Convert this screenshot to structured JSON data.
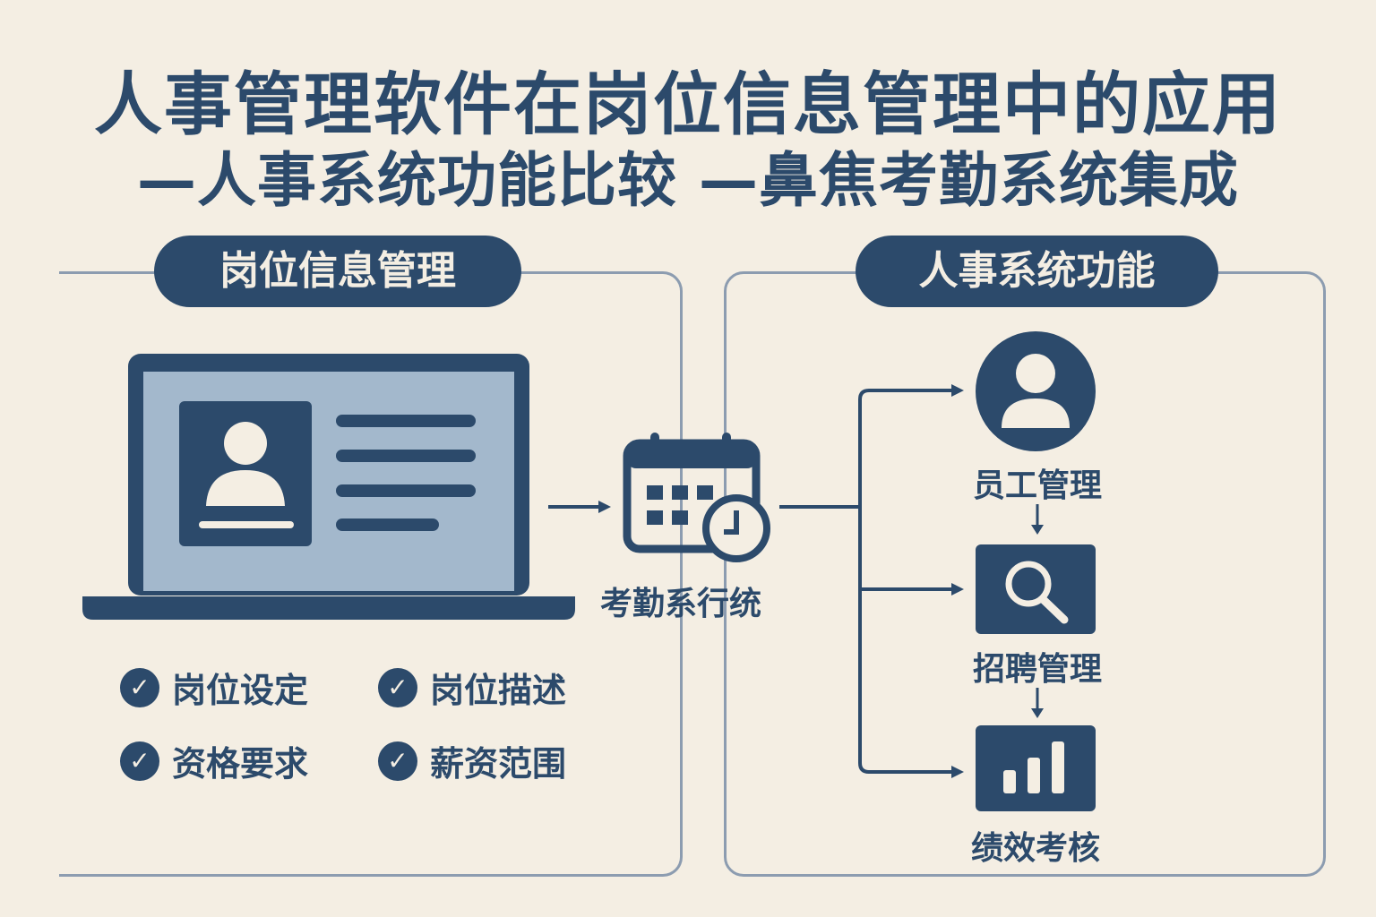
{
  "title": {
    "line1": "人事管理软件在岗位信息管理中的应用",
    "line2": "—人事系统功能比较 —鼻焦考勤系统集成"
  },
  "left_panel": {
    "header": "岗位信息管理",
    "features": [
      "岗位设定",
      "岗位描述",
      "资格要求",
      "薪资范围"
    ]
  },
  "center": {
    "label": "考勤系行统"
  },
  "right_panel": {
    "header": "人事系统功能",
    "items": [
      "员工管理",
      "招聘管理",
      "绩效考核"
    ]
  },
  "colors": {
    "primary": "#2c4a6b",
    "background": "#f4eee3",
    "screen": "#a3b8cc",
    "border": "#8c9cb0"
  }
}
